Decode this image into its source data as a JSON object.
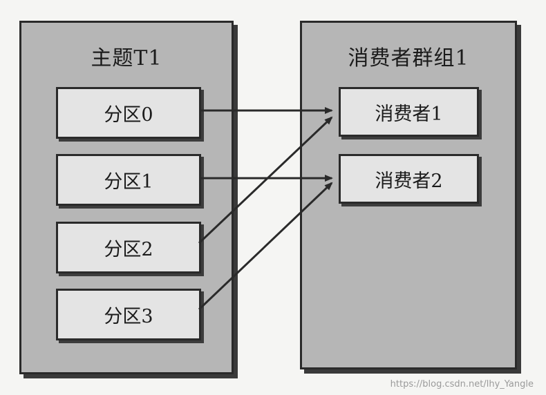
{
  "topic": {
    "title": "主题T1",
    "partitions": [
      "分区0",
      "分区1",
      "分区2",
      "分区3"
    ]
  },
  "consumer_group": {
    "title": "消费者群组1",
    "consumers": [
      "消费者1",
      "消费者2"
    ]
  },
  "connections": [
    {
      "from": "分区0",
      "to": "消费者1"
    },
    {
      "from": "分区1",
      "to": "消费者2"
    },
    {
      "from": "分区2",
      "to": "消费者1"
    },
    {
      "from": "分区3",
      "to": "消费者2"
    }
  ],
  "watermark": "https://blog.csdn.net/lhy_Yangle",
  "colors": {
    "container_fill": "#b6b6b6",
    "item_fill": "#e4e4e4",
    "border": "#2a2a2a",
    "arrow": "#2a2a2a"
  }
}
